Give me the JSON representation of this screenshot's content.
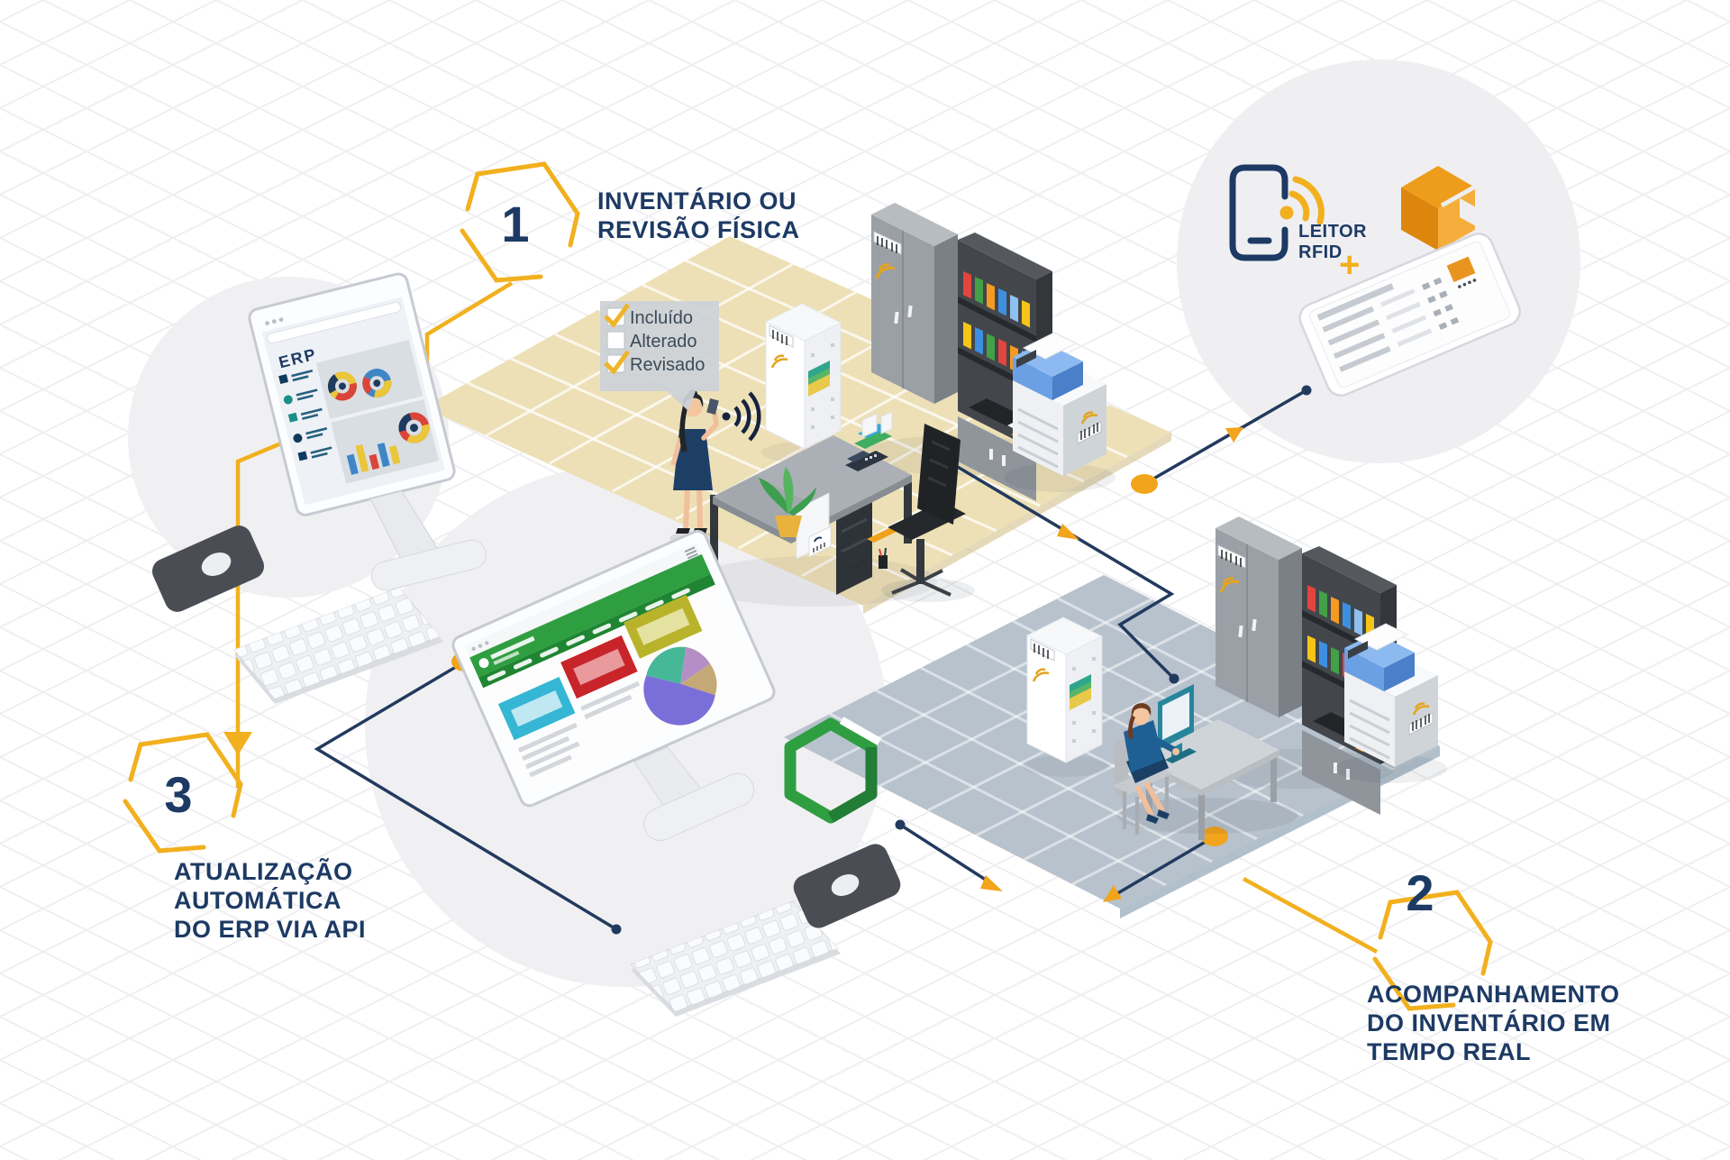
{
  "steps": [
    {
      "number": "1",
      "title_lines": [
        "INVENTÁRIO OU",
        "REVISÃO FÍSICA",
        ""
      ]
    },
    {
      "number": "2",
      "title_lines": [
        "ACOMPANHAMENTO",
        "DO INVENTÁRIO EM",
        "TEMPO REAL"
      ]
    },
    {
      "number": "3",
      "title_lines": [
        "ATUALIZAÇÃO",
        "AUTOMÁTICA",
        "DO ERP VIA API"
      ]
    }
  ],
  "checklist": {
    "items": [
      {
        "label": "Incluído",
        "checked": true
      },
      {
        "label": "Alterado",
        "checked": false
      },
      {
        "label": "Revisado",
        "checked": true
      }
    ]
  },
  "rfid_reader": {
    "label_lines": [
      "LEITOR",
      "RFID"
    ],
    "plus_sign": "+"
  },
  "erp_monitor": {
    "screen_label": "ERP"
  },
  "icons": {
    "rfid_phone": "phone-with-wifi-waves",
    "wifi_tag": "yellow-wifi-arcs",
    "barcode": "asset-barcode-label",
    "package_cube": "orange-isometric-box",
    "green_cube": "green-isometric-box-logo",
    "checkmark": "yellow-check"
  },
  "colors": {
    "navy": "#1D3A64",
    "accent_yellow": "#F2B01E",
    "accent_orange": "#F2A41C",
    "green": "#2F9E41",
    "orange_cube": "#E8941F",
    "tan_floor": "#EDE0B6",
    "blue_floor": "#B7C2CD"
  }
}
